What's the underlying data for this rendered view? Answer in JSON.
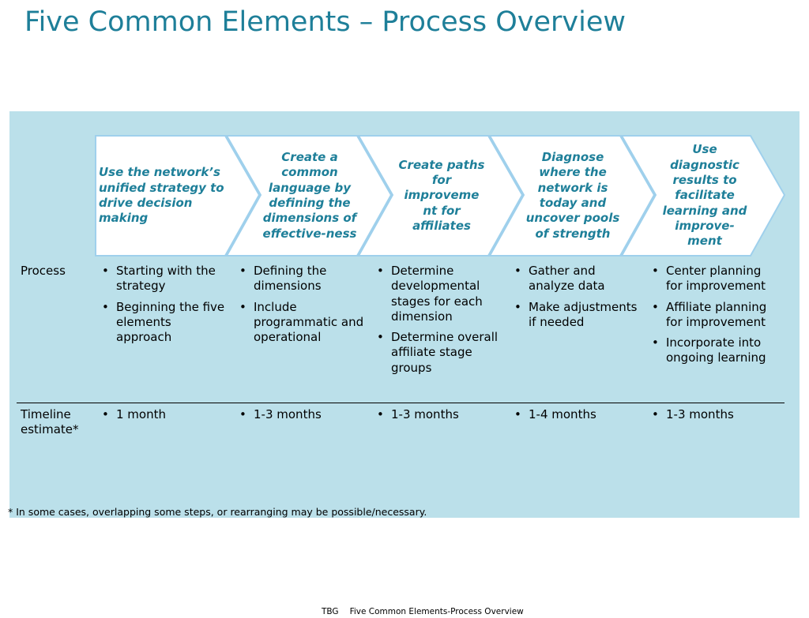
{
  "title": "Five Common Elements – Process Overview",
  "steps": [
    "Use the network’s unified strategy to drive decision making",
    "Create a common language by defining the dimensions of effective-ness",
    "Create paths for improveme nt for affiliates",
    "Diagnose where the network is today and uncover pools of strength",
    "Use diagnostic results to facilitate learning and improve-ment"
  ],
  "rows": {
    "process": {
      "label": "Process",
      "cells": [
        [
          "Starting with the strategy",
          "Beginning the five elements approach"
        ],
        [
          "Defining the dimensions",
          "Include programmatic and operational"
        ],
        [
          "Determine developmental stages for each dimension",
          "Determine overall affiliate stage groups"
        ],
        [
          "Gather and analyze data",
          "Make adjustments if needed"
        ],
        [
          "Center planning for improvement",
          "Affiliate planning for improvement",
          "Incorporate into ongoing learning"
        ]
      ]
    },
    "timeline": {
      "label": "Timeline estimate*",
      "cells": [
        [
          "1 month"
        ],
        [
          "1-3 months"
        ],
        [
          "1-3 months"
        ],
        [
          "1-4 months"
        ],
        [
          "1-3 months"
        ]
      ]
    }
  },
  "bullet": "•",
  "footnote": "* In some cases, overlapping some steps, or rearranging may be possible/necessary.",
  "footer": {
    "org": "TBG",
    "doc_title": "Five Common Elements-Process Overview"
  },
  "colors": {
    "accent": "#1e7f99",
    "panel": "#bbe0ea",
    "chevron_border": "#9fd0ec"
  }
}
